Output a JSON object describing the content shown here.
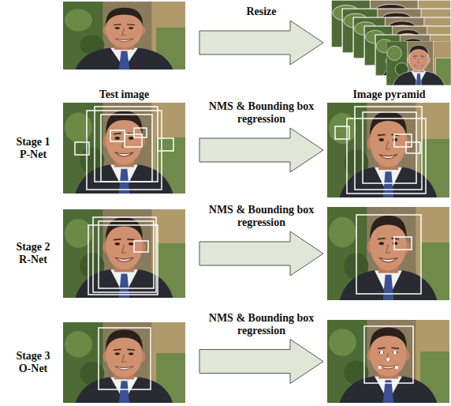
{
  "diagram": {
    "nodes": [
      {
        "text": [
          "Test image"
        ]
      },
      {
        "text": [
          "Image pyramid"
        ]
      },
      {
        "text": [
          "Stage 1 P-Net"
        ]
      },
      {
        "text": []
      },
      {
        "text": [
          "Stage 2 R-Net"
        ]
      },
      {
        "text": []
      },
      {
        "text": [
          "Stage 3 O-Net"
        ]
      },
      {
        "text": []
      }
    ],
    "edges": [
      {
        "from": 0,
        "to": 1,
        "arrow": "to",
        "label": "Resize"
      },
      {
        "from": 2,
        "to": 3,
        "arrow": "to",
        "label": "NMS & Bounding box regression"
      },
      {
        "from": 4,
        "to": 5,
        "arrow": "to",
        "label": "NMS & Bounding box regression"
      },
      {
        "from": 6,
        "to": 7,
        "arrow": "to",
        "label": "NMS & Bounding box regression"
      }
    ]
  }
}
